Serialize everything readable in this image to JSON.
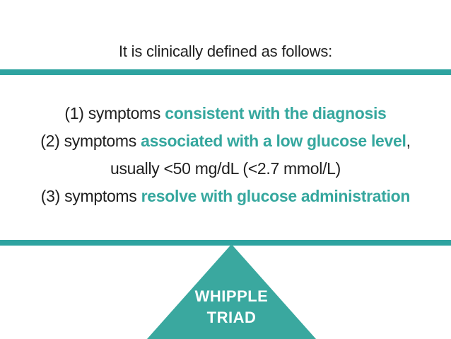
{
  "slide": {
    "title": "It is clinically defined as follows:",
    "definition": {
      "items": [
        {
          "prefix": "(1) symptoms ",
          "highlight": "consistent with the diagnosis",
          "suffix": ""
        },
        {
          "prefix": "(2) symptoms ",
          "highlight": "associated with a low glucose level",
          "suffix": ","
        },
        {
          "prefix": "usually <50 mg/dL (<2.7 mmol/L)",
          "highlight": "",
          "suffix": ""
        },
        {
          "prefix": "(3) symptoms ",
          "highlight": "resolve with glucose administration",
          "suffix": ""
        }
      ]
    },
    "triangle": {
      "line1": "WHIPPLE",
      "line2": "TRIAD"
    },
    "colors": {
      "background": "#ffffff",
      "text": "#1f1f1f",
      "teal_text": "#35a79e",
      "rule": "#2ea3a0",
      "triangle": "#3aa89f",
      "triangle_label": "#ffffff"
    }
  }
}
